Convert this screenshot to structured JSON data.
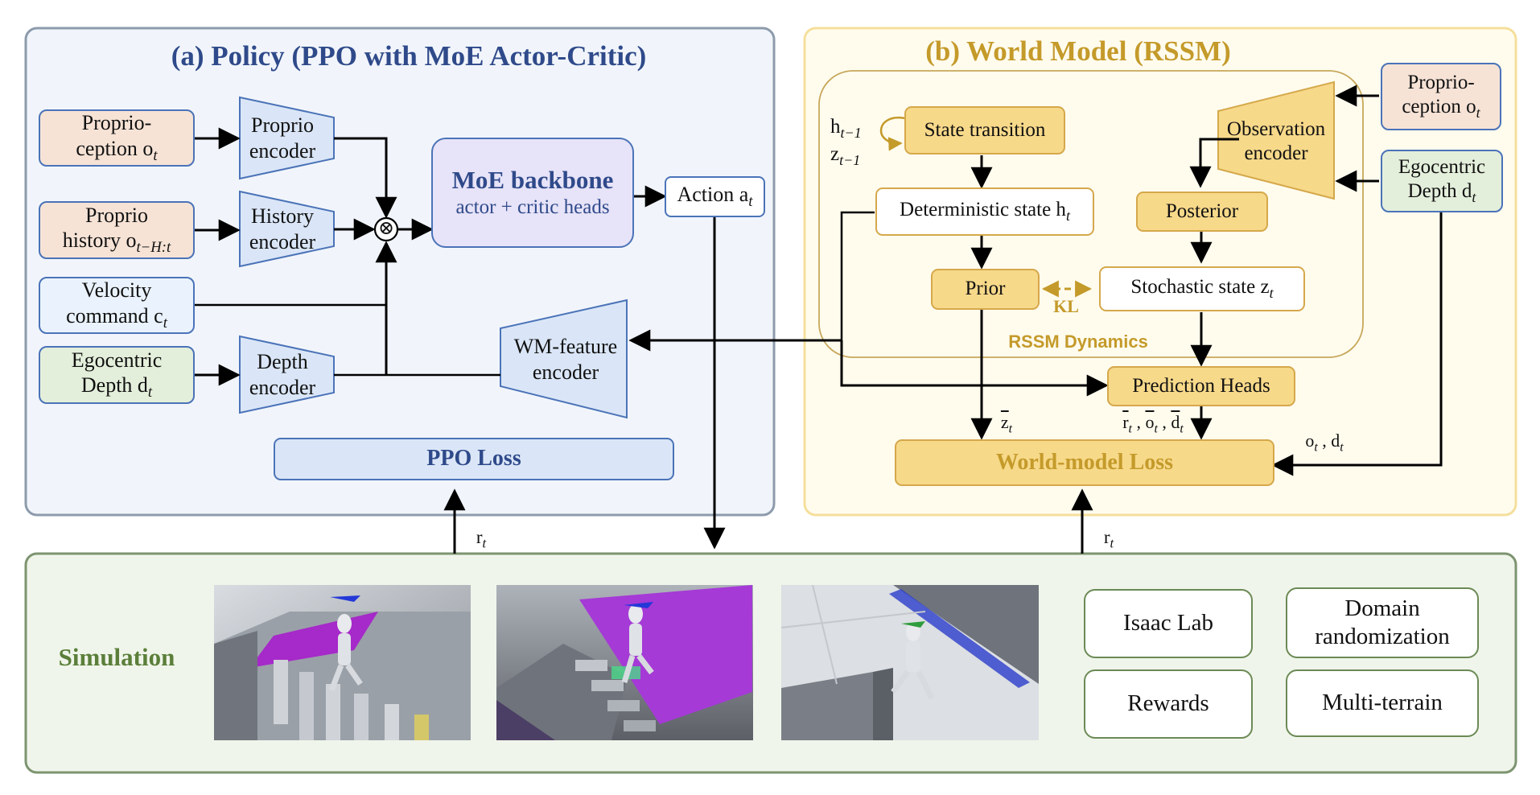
{
  "policy": {
    "title": "(a) Policy (PPO with MoE Actor-Critic)",
    "inputs": {
      "proprio": [
        "Proprio-",
        "ception o",
        "t"
      ],
      "history": [
        "Proprio",
        "history o",
        "t−H:t"
      ],
      "velocity": [
        "Velocity",
        "command c",
        "t"
      ],
      "depth": [
        "Egocentric",
        "Depth d",
        "t"
      ]
    },
    "encoders": {
      "proprio": [
        "Proprio",
        "encoder"
      ],
      "history": [
        "History",
        "encoder"
      ],
      "depth": [
        "Depth",
        "encoder"
      ],
      "wm_feature": [
        "WM-feature",
        "encoder"
      ]
    },
    "fusion_symbol": "⊗",
    "moe": {
      "title": "MoE backbone",
      "subtitle": "actor + critic heads"
    },
    "action": [
      "Action a",
      "t"
    ],
    "loss": "PPO Loss"
  },
  "world_model": {
    "title": "(b) World Model (RSSM)",
    "prev_state": {
      "h": "h",
      "h_sub": "t−1",
      "z": "z",
      "z_sub": "t−1"
    },
    "state_transition": "State transition",
    "deterministic": [
      "Deterministic state h",
      "t"
    ],
    "prior": "Prior",
    "kl": "KL",
    "stochastic": [
      "Stochastic state z",
      "t"
    ],
    "posterior": "Posterior",
    "obs_encoder": [
      "Observation",
      "encoder"
    ],
    "dynamics_label": "RSSM Dynamics",
    "prediction_heads": "Prediction Heads",
    "zhat": "z",
    "preds": [
      "r",
      "o",
      "d"
    ],
    "targets": "o",
    "targets_d": "d",
    "t_sub": "t",
    "loss": "World-model Loss",
    "inputs": {
      "proprio": [
        "Proprio-",
        "ception o",
        "t"
      ],
      "depth": [
        "Egocentric",
        "Depth d",
        "t"
      ]
    }
  },
  "simulation": {
    "title": "Simulation",
    "reward_label": "r",
    "reward_sub": "t",
    "features": [
      "Isaac Lab",
      "Domain\nrandomization",
      "Rewards",
      "Multi-terrain"
    ]
  },
  "colors": {
    "policy_bg": "#f1f5fb",
    "policy_border": "#8d9bab",
    "wm_bg": "#fffcee",
    "wm_border": "#f5df9c",
    "sim_bg": "#f0f5eb",
    "sim_border": "#7d9470",
    "accent_blue": "#2f4a8a",
    "accent_gold": "#c49a2a",
    "accent_green": "#5b7f3a"
  }
}
